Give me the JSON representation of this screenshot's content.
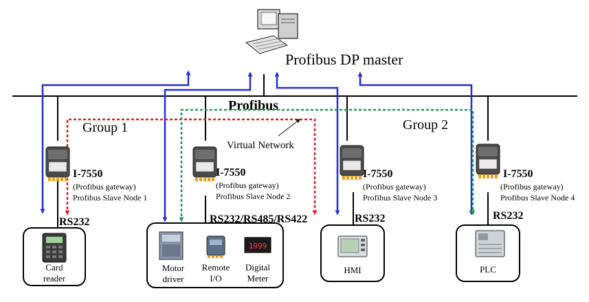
{
  "master": {
    "label": "Profibus DP master",
    "icon": "computer-icon"
  },
  "bus": {
    "label": "Profibus"
  },
  "groups": {
    "g1": "Group 1",
    "g2": "Group 2"
  },
  "virtual_network": {
    "label": "Virtual Network"
  },
  "colors": {
    "blue": "#1f2fd4",
    "red": "#e01b1b",
    "green": "#1a9a55"
  },
  "gateways": [
    {
      "model": "I-7550",
      "desc": "(Profibus gateway)",
      "node": "Profibus Slave Node 1",
      "interface": "RS232",
      "icon": "gateway-module-icon"
    },
    {
      "model": "I-7550",
      "desc": "(Profibus gateway)",
      "node": "Profibus Slave Node 2",
      "interface": "RS232/RS485/RS422",
      "icon": "gateway-module-icon"
    },
    {
      "model": "I-7550",
      "desc": "(Profibus gateway)",
      "node": "Profibus Slave Node 3",
      "interface": "RS232",
      "icon": "gateway-module-icon"
    },
    {
      "model": "I-7550",
      "desc": "(Profibus gateway)",
      "node": "Profibus Slave Node 4",
      "interface": "RS232",
      "icon": "gateway-module-icon"
    }
  ],
  "devices": {
    "card_reader": {
      "line1": "Card",
      "line2": "reader",
      "icon": "card-reader-icon"
    },
    "motor_driver": {
      "line1": "Motor",
      "line2": "driver",
      "icon": "motor-driver-icon"
    },
    "remote_io": {
      "line1": "Remote",
      "line2": "I/O",
      "icon": "remote-io-icon"
    },
    "digital_meter": {
      "line1": "Digital",
      "line2": "Meter",
      "display": "1999",
      "icon": "digital-meter-icon"
    },
    "hmi": {
      "line1": "HMI",
      "icon": "hmi-panel-icon"
    },
    "plc": {
      "line1": "PLC",
      "icon": "plc-icon"
    }
  }
}
